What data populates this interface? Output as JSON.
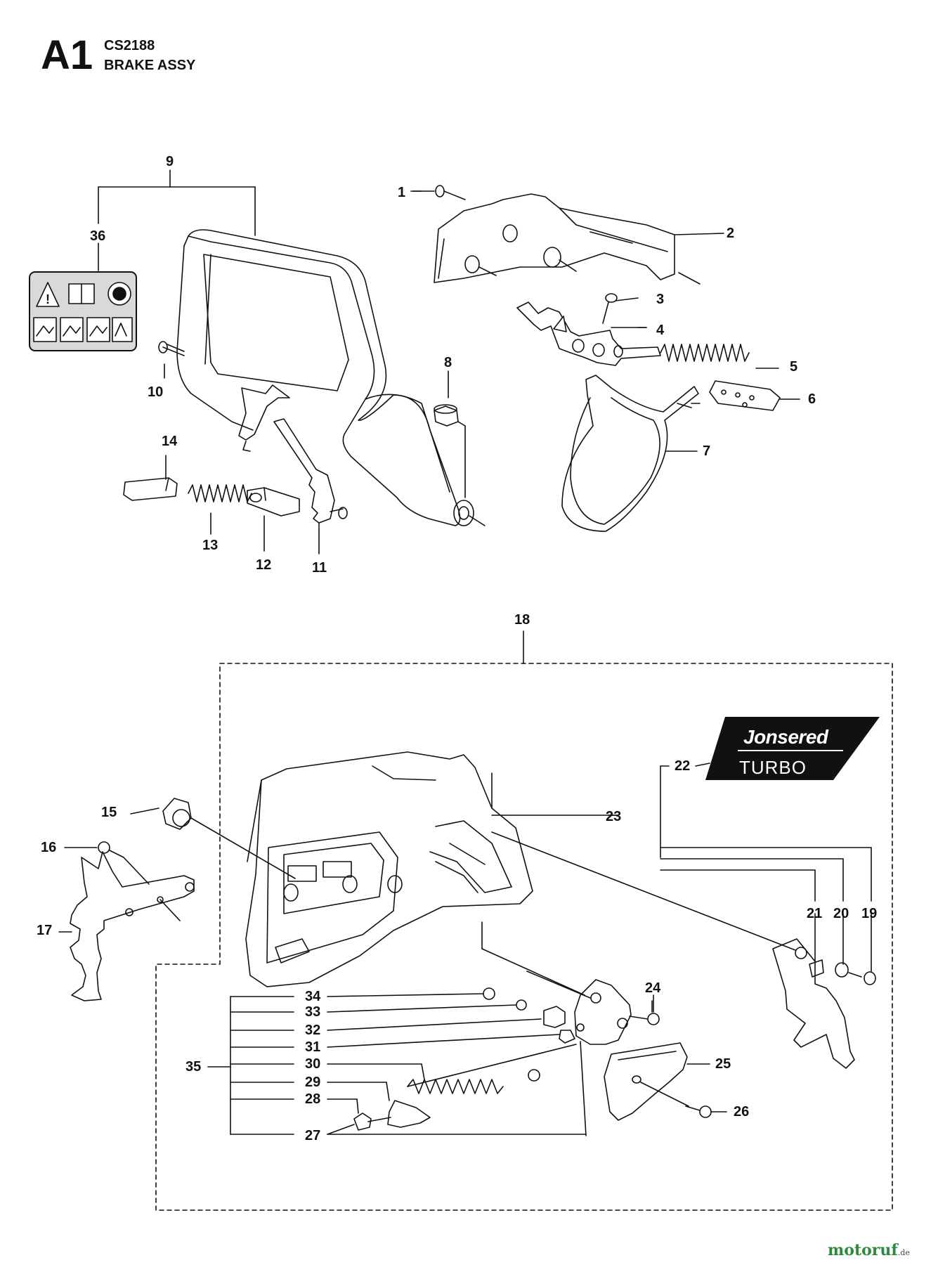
{
  "header": {
    "section_code": "A1",
    "model": "CS2188",
    "title": "BRAKE ASSY"
  },
  "logo": {
    "brand": "Jonsered",
    "sub": "TURBO"
  },
  "watermark": {
    "main": "motoruf",
    "suffix": ".de"
  },
  "callouts": [
    "1",
    "2",
    "3",
    "4",
    "5",
    "6",
    "7",
    "8",
    "9",
    "10",
    "11",
    "12",
    "13",
    "14",
    "15",
    "16",
    "17",
    "18",
    "19",
    "20",
    "21",
    "22",
    "23",
    "24",
    "25",
    "26",
    "27",
    "28",
    "29",
    "30",
    "31",
    "32",
    "33",
    "34",
    "35",
    "36"
  ],
  "colors": {
    "line": "#111111",
    "label_bg": "#d9d9d9",
    "logo_bg": "#111111",
    "watermark": "#2b8a3e"
  }
}
